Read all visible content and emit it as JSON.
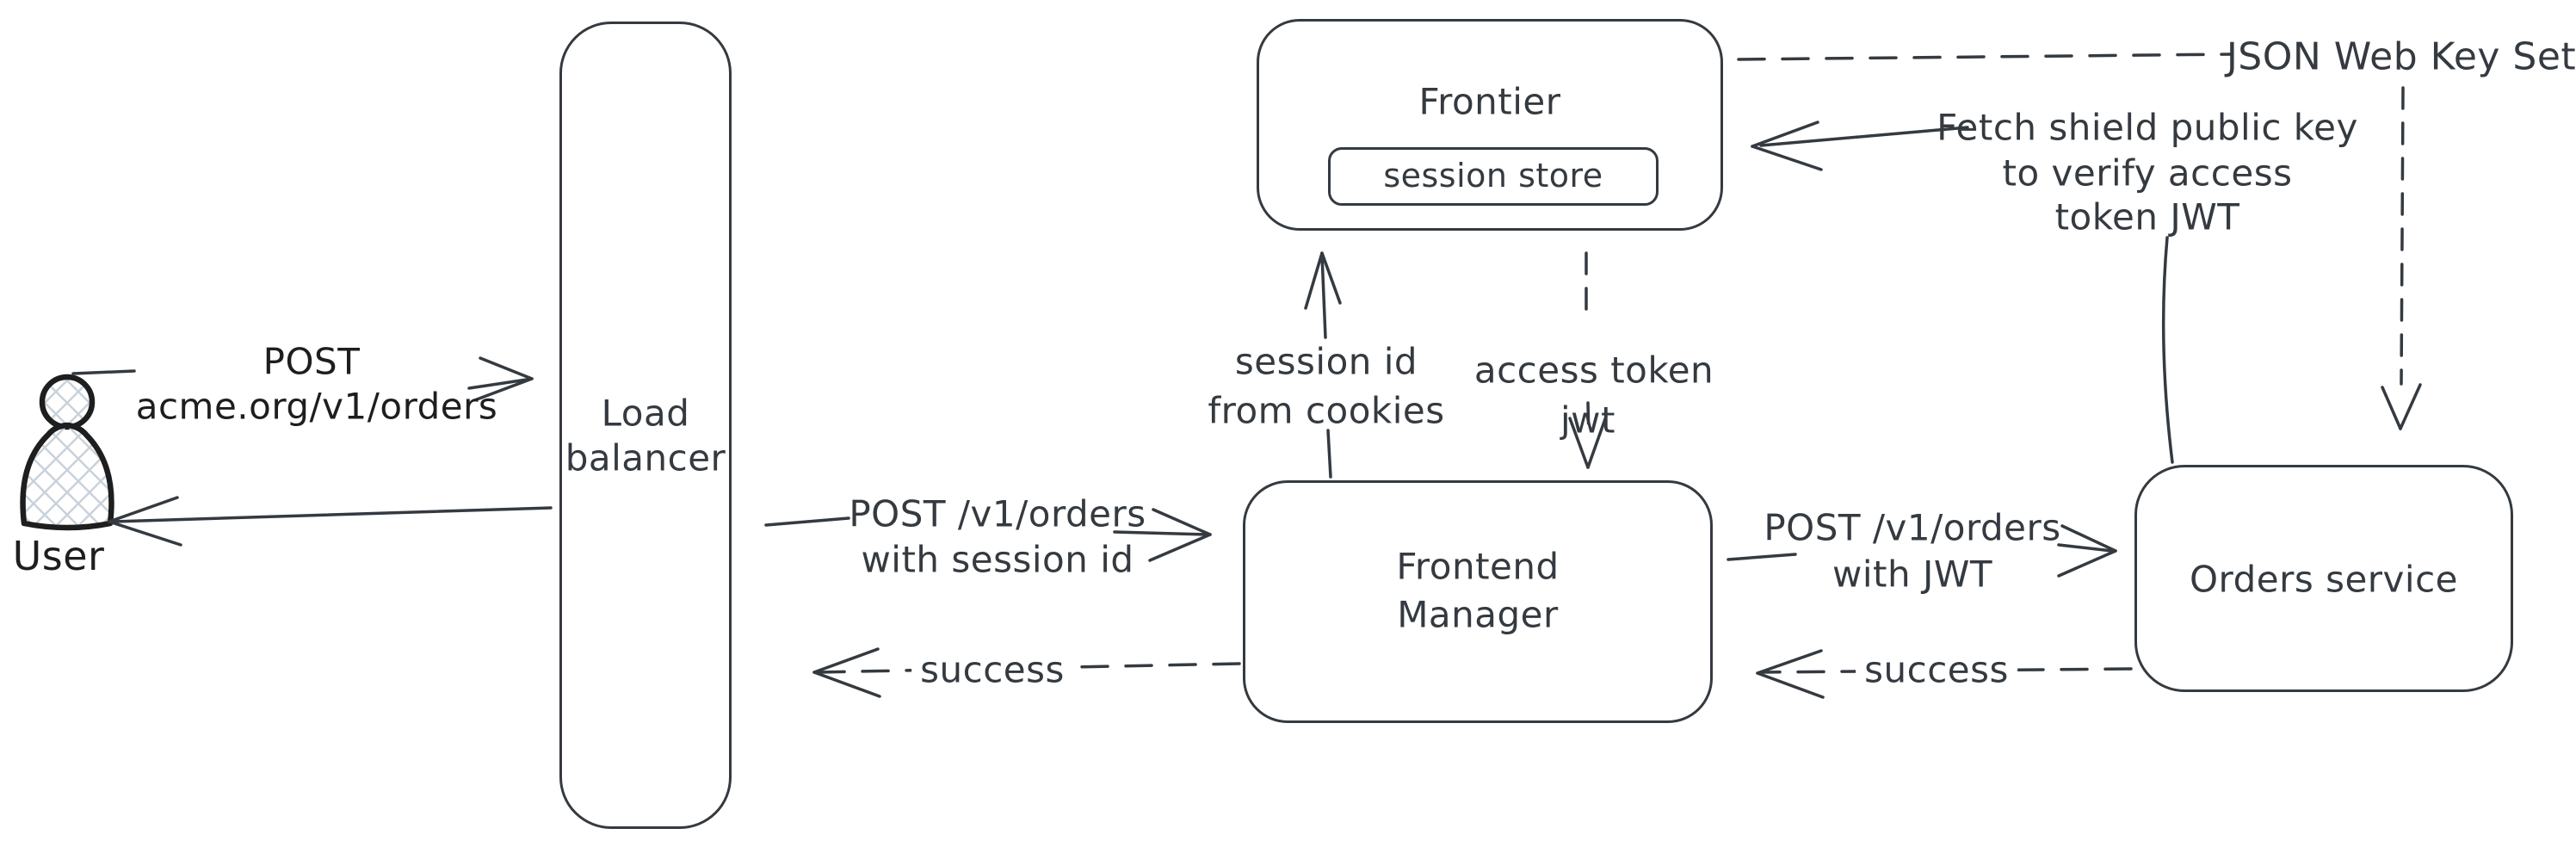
{
  "diagram": {
    "kind": "architecture-flow-sketch",
    "colors": {
      "background": "#ffffff",
      "ink": "#343a40",
      "ink_dark": "#1e1e1e",
      "hatch_fill": "#c9d2da"
    }
  },
  "nodes": {
    "user": {
      "label": "User"
    },
    "load_balancer": {
      "label_line1": "Load",
      "label_line2": "balancer"
    },
    "frontier": {
      "label": "Frontier",
      "session_store": {
        "label": "session store"
      }
    },
    "frontend_manager": {
      "label_line1": "Frontend",
      "label_line2": "Manager"
    },
    "orders_service": {
      "label": "Orders service"
    },
    "jwks": {
      "label": "JSON Web Key Set"
    }
  },
  "edges": {
    "user_to_lb": {
      "style": "solid",
      "label_line1": "POST",
      "label_line2": "acme.org/v1/orders"
    },
    "lb_to_user": {
      "style": "solid",
      "label": ""
    },
    "lb_to_fm": {
      "style": "solid",
      "label_line1": "POST /v1/orders",
      "label_line2": "with session id"
    },
    "fm_to_lb_success": {
      "style": "dashed",
      "label": "success"
    },
    "fm_to_frontier": {
      "style": "solid",
      "label_line1": "session id",
      "label_line2": "from cookies"
    },
    "frontier_to_fm": {
      "style": "dashed",
      "label_line1": "access token",
      "label_line2": "jwt"
    },
    "fm_to_orders": {
      "style": "solid",
      "label_line1": "POST /v1/orders",
      "label_line2": "with JWT"
    },
    "orders_to_fm_success": {
      "style": "dashed",
      "label": "success"
    },
    "orders_to_frontier_fetch": {
      "style": "solid",
      "label_line1": "Fetch shield public key",
      "label_line2": "to verify access",
      "label_line3": "token JWT"
    },
    "jwks_to_frontier": {
      "style": "dashed"
    },
    "jwks_to_orders": {
      "style": "dashed"
    }
  }
}
